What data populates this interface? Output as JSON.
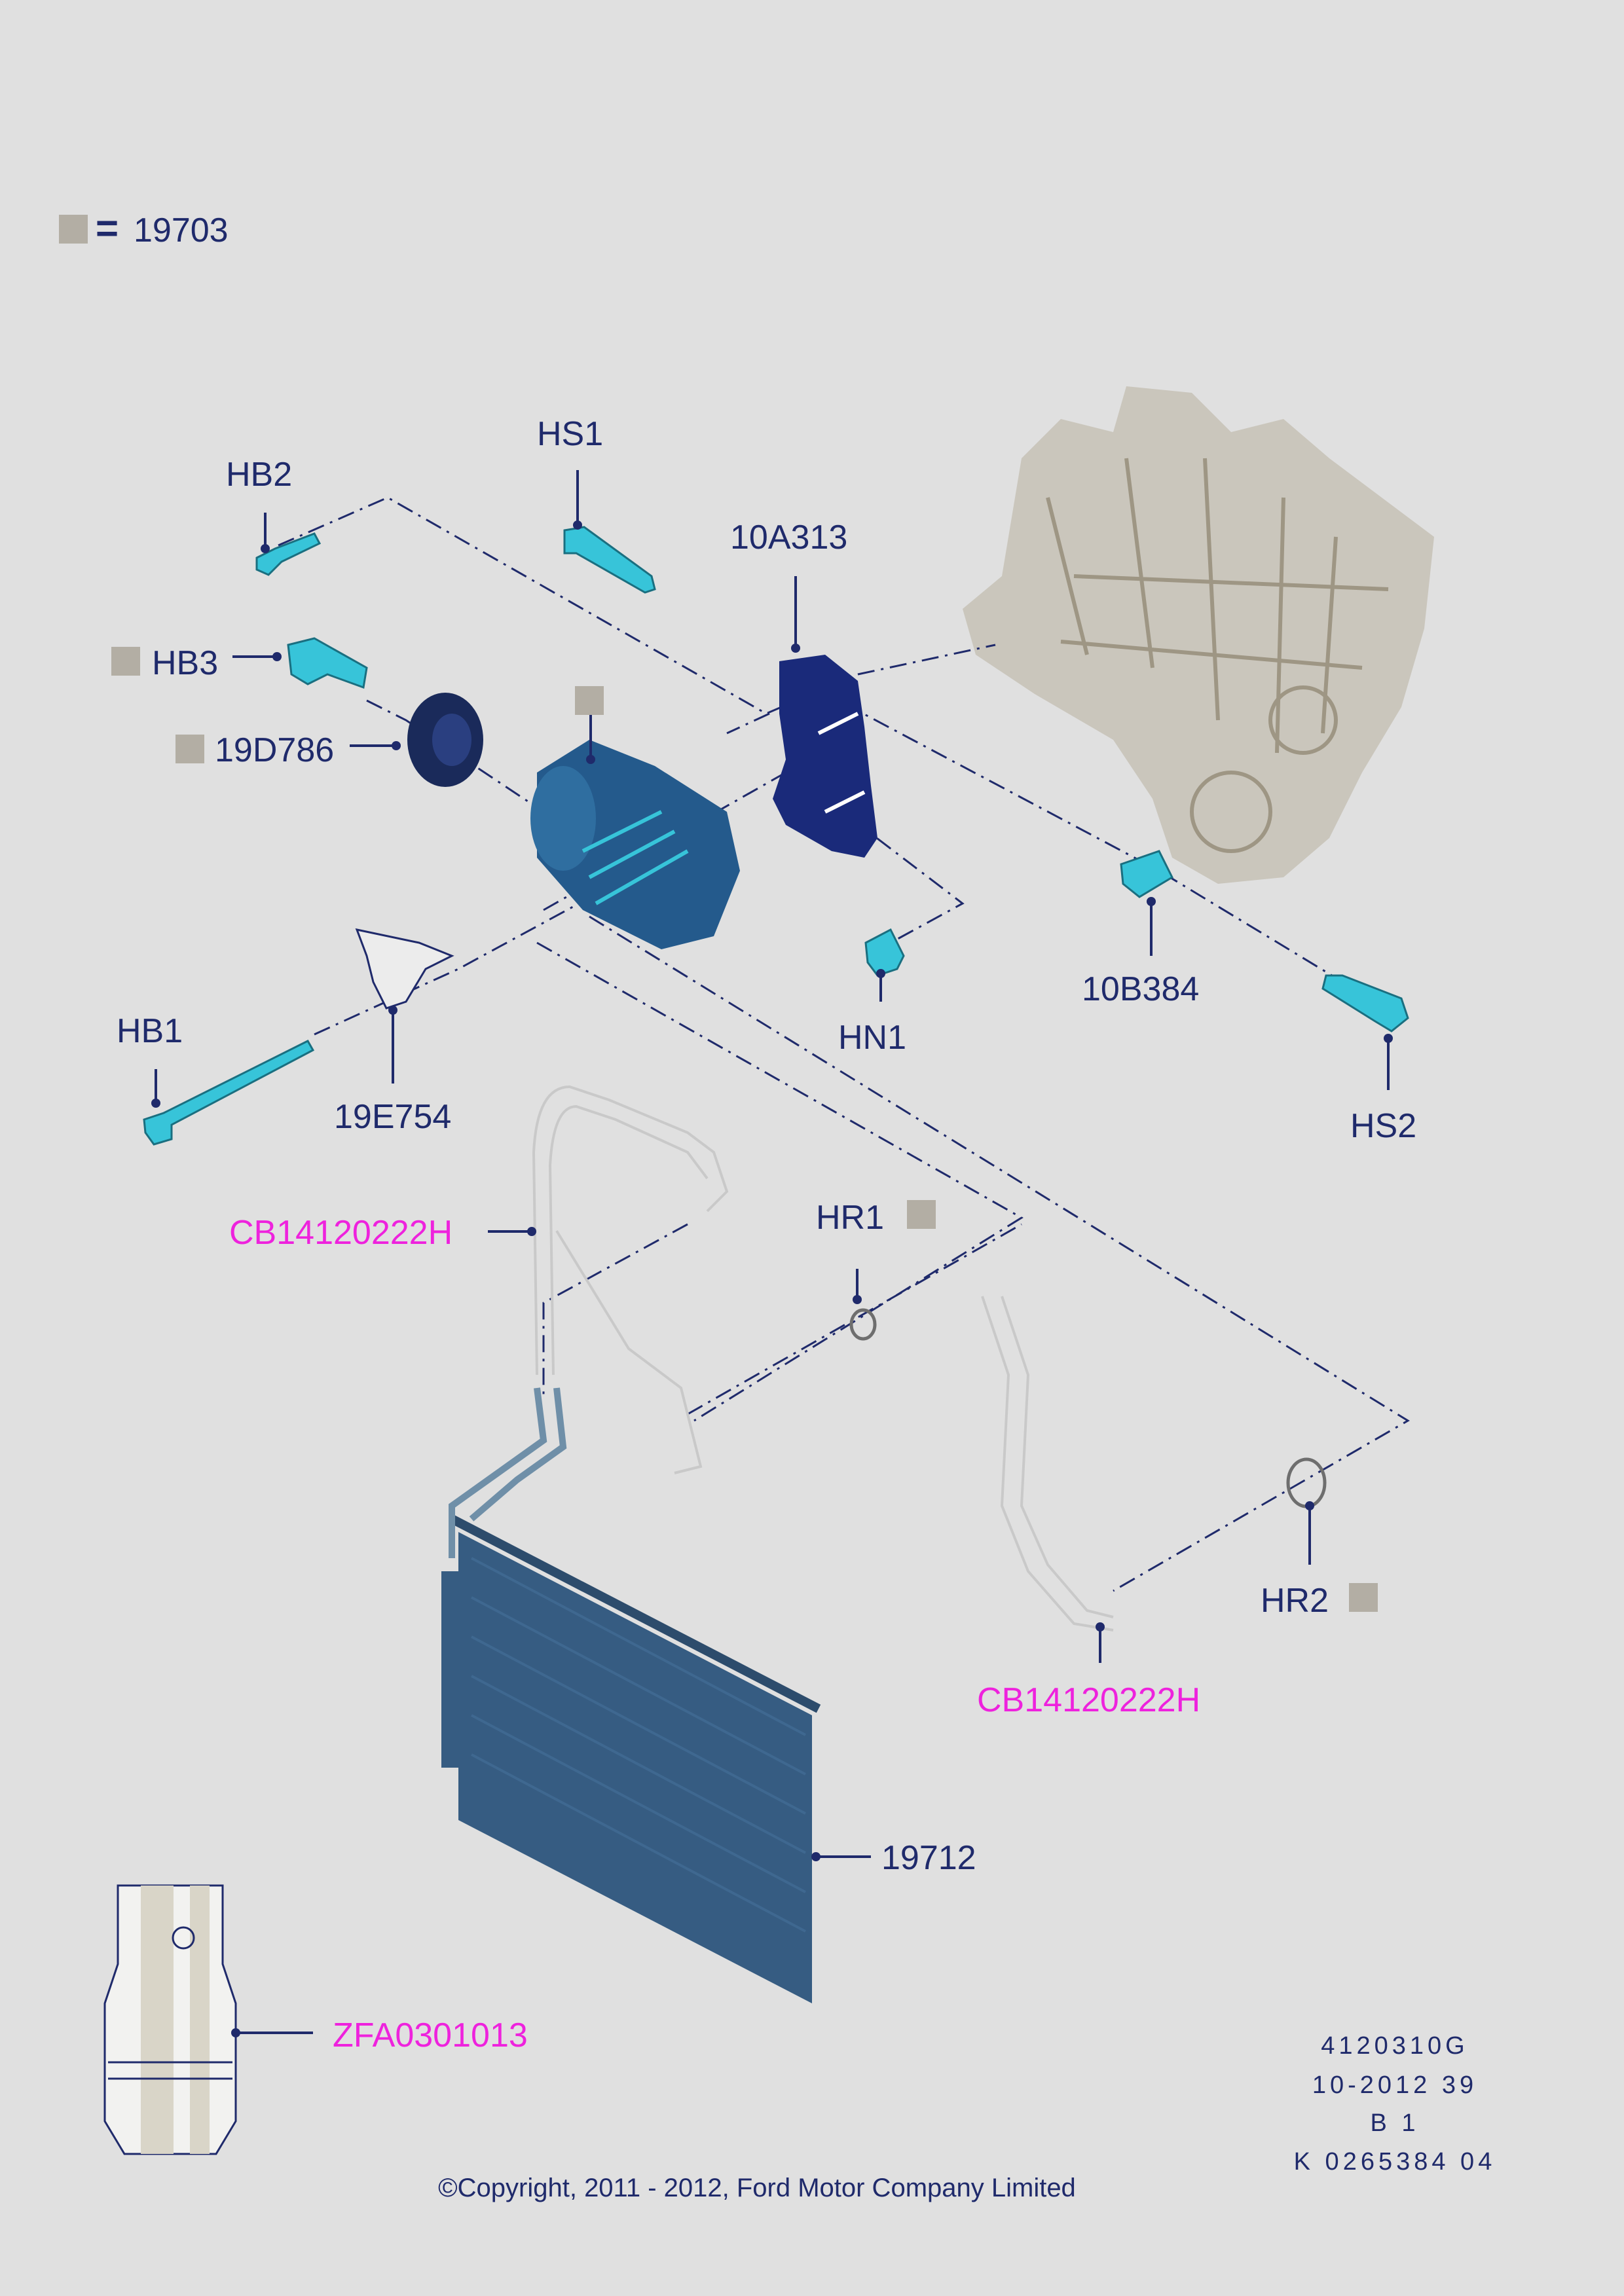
{
  "legend": {
    "swatch_color": "#b3aea4",
    "equals": "=",
    "code": "19703"
  },
  "colors": {
    "label": "#1f2a6b",
    "part_code": "#ee22dd",
    "fastener": "#37c4d9",
    "assembly": "#1a2a7a",
    "condenser": "#365c82",
    "engine": "#b8b09e"
  },
  "labels": {
    "hb2": "HB2",
    "hs1": "HS1",
    "a10a313": "10A313",
    "hb3": "HB3",
    "d19d786": "19D786",
    "b10b384": "10B384",
    "hn1": "HN1",
    "hs2": "HS2",
    "hb1": "HB1",
    "e19e754": "19E754",
    "hr1": "HR1",
    "hr2": "HR2",
    "c19712": "19712"
  },
  "part_codes": {
    "hose_top": "CB14120222H",
    "hose_bottom": "CB14120222H",
    "refrigerant": "ZFA0301013"
  },
  "footer": {
    "line1": "4120310G",
    "line2": "10-2012 39",
    "line3": "B 1",
    "line4": "K 0265384 04"
  },
  "copyright": "©Copyright, 2011 - 2012, Ford Motor Company Limited"
}
